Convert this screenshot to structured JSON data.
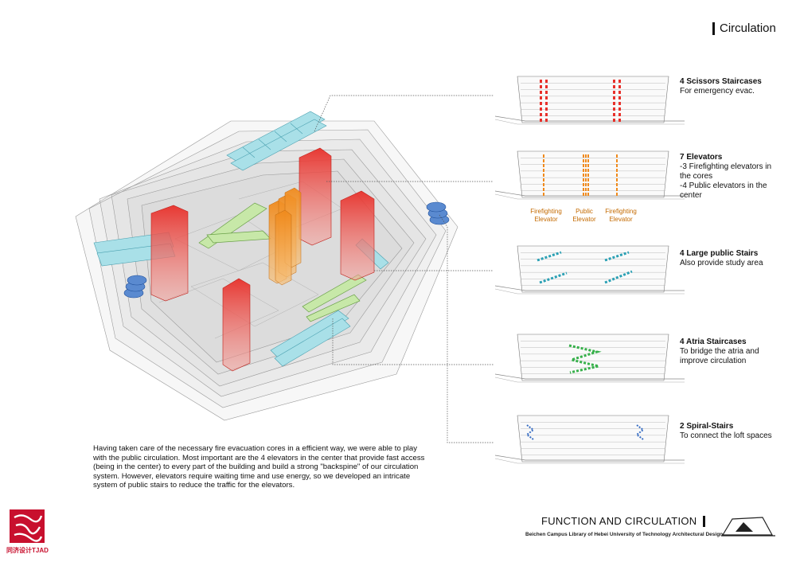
{
  "header": {
    "title": "Circulation"
  },
  "legend": [
    {
      "title": "4 Scissors Staircases",
      "desc": "For emergency evac."
    },
    {
      "title": "7 Elevators",
      "desc": "-3 Firefighting elevators in the cores\n-4 Public elevators in the center"
    },
    {
      "title": "4 Large public Stairs",
      "desc": "Also provide study area"
    },
    {
      "title": "4 Atria Staircases",
      "desc": "To bridge the atria and improve circulation"
    },
    {
      "title": "2 Spiral-Stairs",
      "desc": "To connect the loft spaces"
    }
  ],
  "elevator_labels": [
    {
      "text": "Firefighting\nElevator"
    },
    {
      "text": "Public\nElevator"
    },
    {
      "text": "Firefighting\nElevator"
    }
  ],
  "body_text": "Having taken care of the necessary fire evacuation cores in a efficient way, we were able to play with the public circulation. Most important are the 4 elevators in the center that provide fast access (being in the center) to every part of the building and build a strong \"backspine\" of our circulation system. However, elevators require waiting time and use energy, so we developed an intricate system of public stairs to reduce the traffic for the elevators.",
  "footer": {
    "title": "FUNCTION AND CIRCULATION",
    "subtitle": "Beichen Campus Library of Hebei University of Technology Architectural Design",
    "logo_caption": "同济设计TJAD"
  },
  "colors": {
    "core_red": "#e8302a",
    "elevator_orange": "#f08a1c",
    "stair_cyan": "#8fd3dc",
    "atria_green": "#a8d88a",
    "spiral_blue": "#3a6fc4",
    "logo_red": "#c8102e"
  },
  "icons": [
    "tjad-logo-icon",
    "building-section-logo-icon"
  ]
}
